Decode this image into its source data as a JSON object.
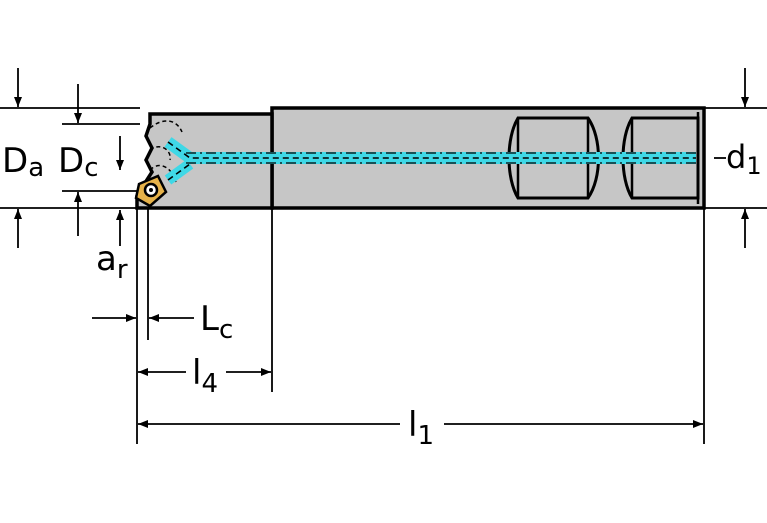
{
  "labels": {
    "Da": {
      "main": "D",
      "sub": "a"
    },
    "Dc": {
      "main": "D",
      "sub": "c"
    },
    "ar": {
      "main": "a",
      "sub": "r"
    },
    "Lc": {
      "main": "L",
      "sub": "c"
    },
    "l4": {
      "main": "l",
      "sub": "4"
    },
    "l1": {
      "main": "l",
      "sub": "1"
    },
    "d1": {
      "main": "d",
      "sub": "1"
    }
  },
  "colors": {
    "body": "#c6c6c6",
    "outline": "#000000",
    "coolant": "#3fd8e6",
    "insert": "#e6b24a"
  }
}
